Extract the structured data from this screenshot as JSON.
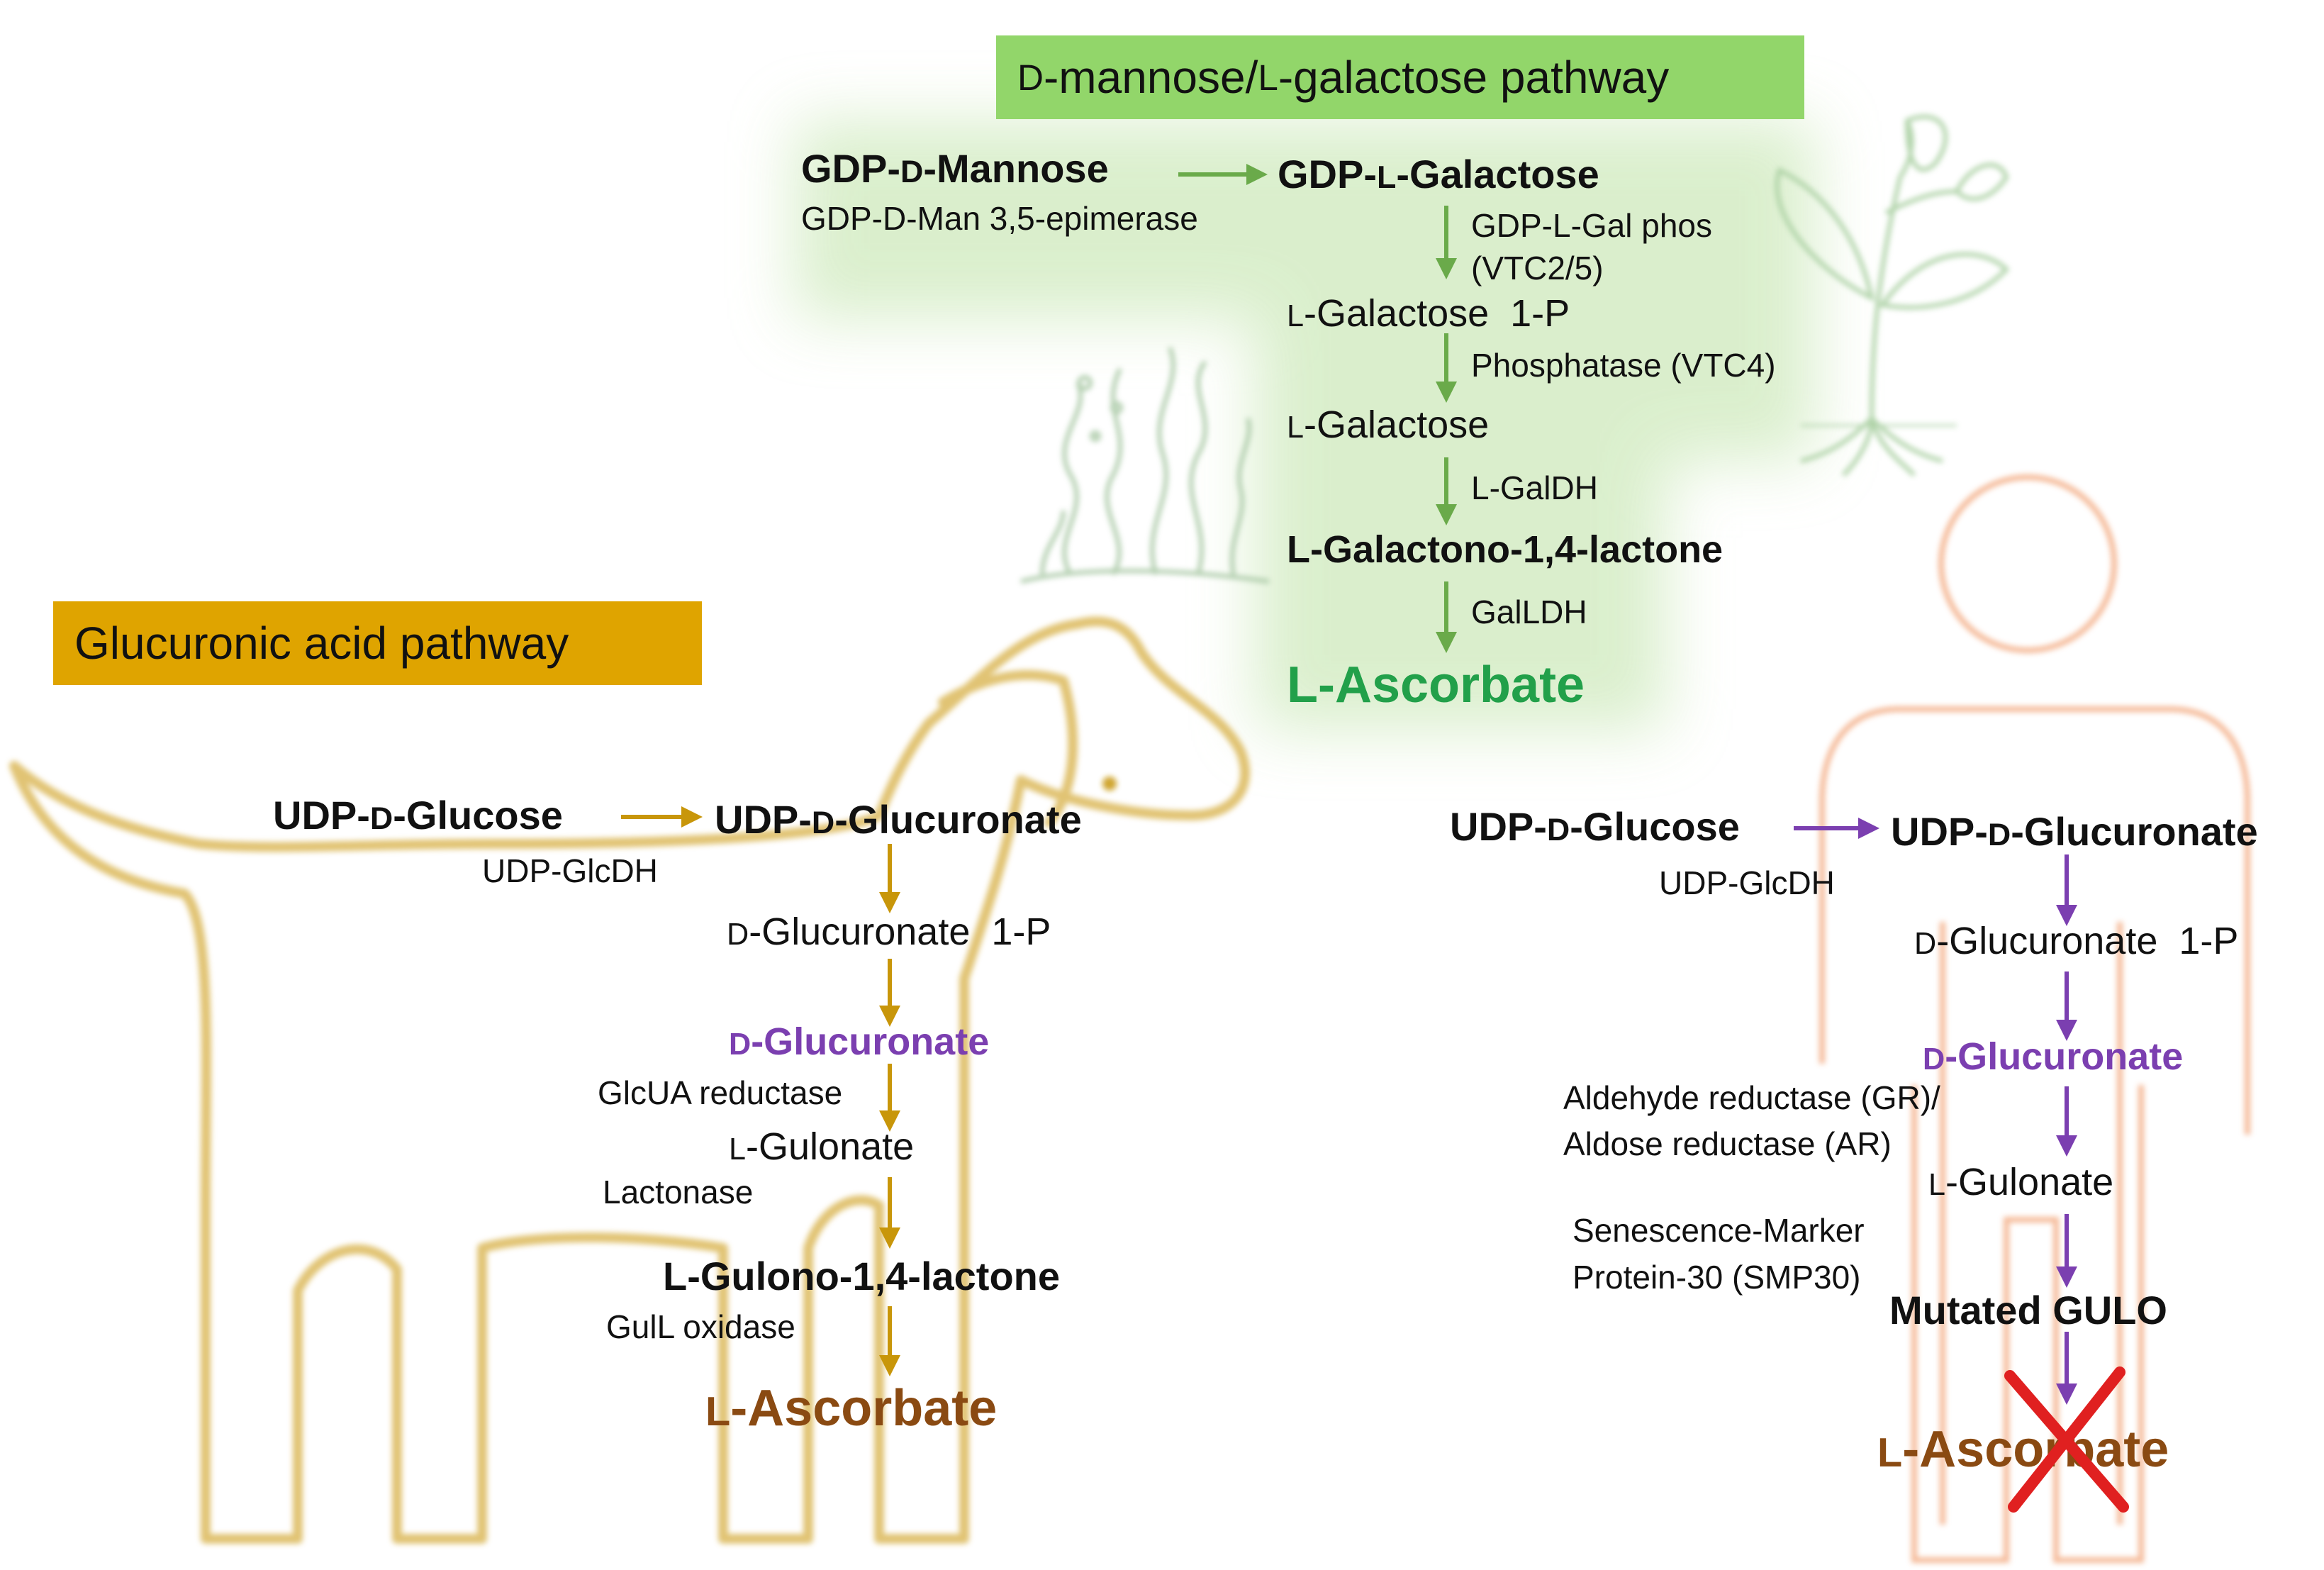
{
  "colors": {
    "plant_green": "#6aaa4a",
    "dog_gold": "#c8960a",
    "human_purple": "#7b3fb0",
    "ascorbate_brown": "#8a4a12",
    "ascorbate_green": "#22a04a",
    "cross_red": "#e02020",
    "dog_outline": "#d8b24a",
    "human_outline": "#f2a27a"
  },
  "icons": [
    "plant-icon",
    "seaweed-icon",
    "dog-silhouette-icon",
    "human-silhouette-icon",
    "red-x-icon"
  ],
  "plant": {
    "title_prefix": "D",
    "title_rest": "-mannose/",
    "title_prefix2": "L",
    "title_rest2": "-galactose pathway",
    "s1_a": "GDP-",
    "s1_b": "D",
    "s1_c": "-Mannose",
    "enz1": "GDP-D-Man 3,5-epimerase",
    "s2_a": "GDP-",
    "s2_b": "L",
    "s2_c": "-Galactose",
    "enz2_line1": "GDP-L-Gal phos",
    "enz2_line2": "(VTC2/5)",
    "s3_a": "L",
    "s3_b": "-Galactose  1-P",
    "enz3": "Phosphatase (VTC4)",
    "s4_a": "L",
    "s4_b": "-Galactose",
    "enz4": "L-GalDH",
    "s5": "L-Galactono-1,4-lactone",
    "enz5": "GalLDH",
    "product": "L-Ascorbate"
  },
  "dog": {
    "title": "Glucuronic acid pathway",
    "s1_a": "UDP-",
    "s1_b": "D",
    "s1_c": "-Glucose",
    "enz1": "UDP-GlcDH",
    "s2_a": "UDP-",
    "s2_b": "D",
    "s2_c": "-Glucuronate",
    "s3_a": "D",
    "s3_b": "-Glucuronate  1-P",
    "s4_a": "D",
    "s4_b": "-Glucuronate",
    "enz4": "GlcUA reductase",
    "s5_a": "L",
    "s5_b": "-Gulonate",
    "enz5": "Lactonase",
    "s6": "L-Gulono-1,4-lactone",
    "enz6": "GulL oxidase",
    "product_a": "L",
    "product_b": "-Ascorbate"
  },
  "human": {
    "s1_a": "UDP-",
    "s1_b": "D",
    "s1_c": "-Glucose",
    "enz1": "UDP-GlcDH",
    "s2_a": "UDP-",
    "s2_b": "D",
    "s2_c": "-Glucuronate",
    "s3_a": "D",
    "s3_b": "-Glucuronate  1-P",
    "s4_a": "D",
    "s4_b": "-Glucuronate",
    "enz4_line1": "Aldehyde reductase (GR)/",
    "enz4_line2": "Aldose reductase (AR)",
    "s5_a": "L",
    "s5_b": "-Gulonate",
    "enz5_line1": "Senescence-Marker",
    "enz5_line2": "Protein-30 (SMP30)",
    "s6": "Mutated GULO",
    "product_a": "L",
    "product_b": "-Ascorbate"
  }
}
